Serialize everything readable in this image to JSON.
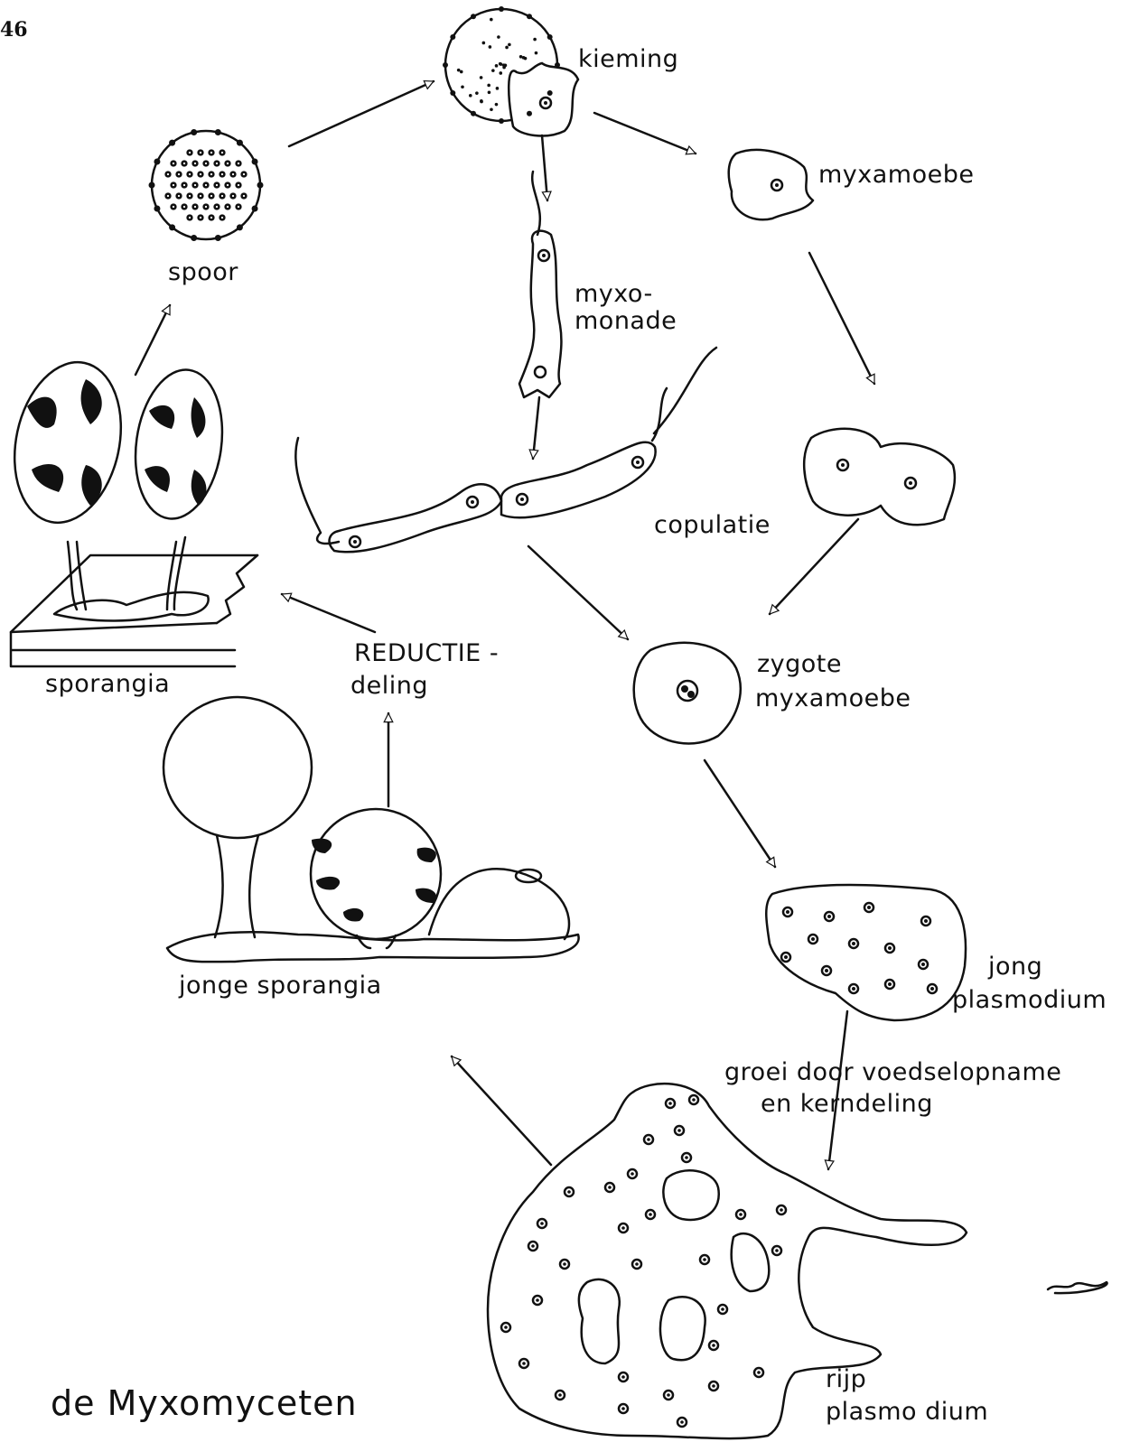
{
  "page_number": "46",
  "title": "de Myxomyceten",
  "labels": {
    "spoor": "spoor",
    "kieming": "kieming",
    "myxamoebe": "myxamoebe",
    "myxomonade_1": "myxo-",
    "myxomonade_2": "monade",
    "copulatie": "copulatie",
    "zygote_1": "zygote",
    "zygote_2": "myxamoebe",
    "sporangia": "sporangia",
    "reductie_1": "REDUCTIE -",
    "reductie_2": "deling",
    "jonge_sporangia": "jonge sporangia",
    "jong_plasmodium_1": "jong",
    "jong_plasmodium_2": "plasmodium",
    "groei_1": "groei door voedselopname",
    "groei_2": "en kerndeling",
    "rijp_1": "rijp",
    "rijp_2": "plasmo dium"
  },
  "colors": {
    "ink": "#111111",
    "paper": "#ffffff"
  }
}
